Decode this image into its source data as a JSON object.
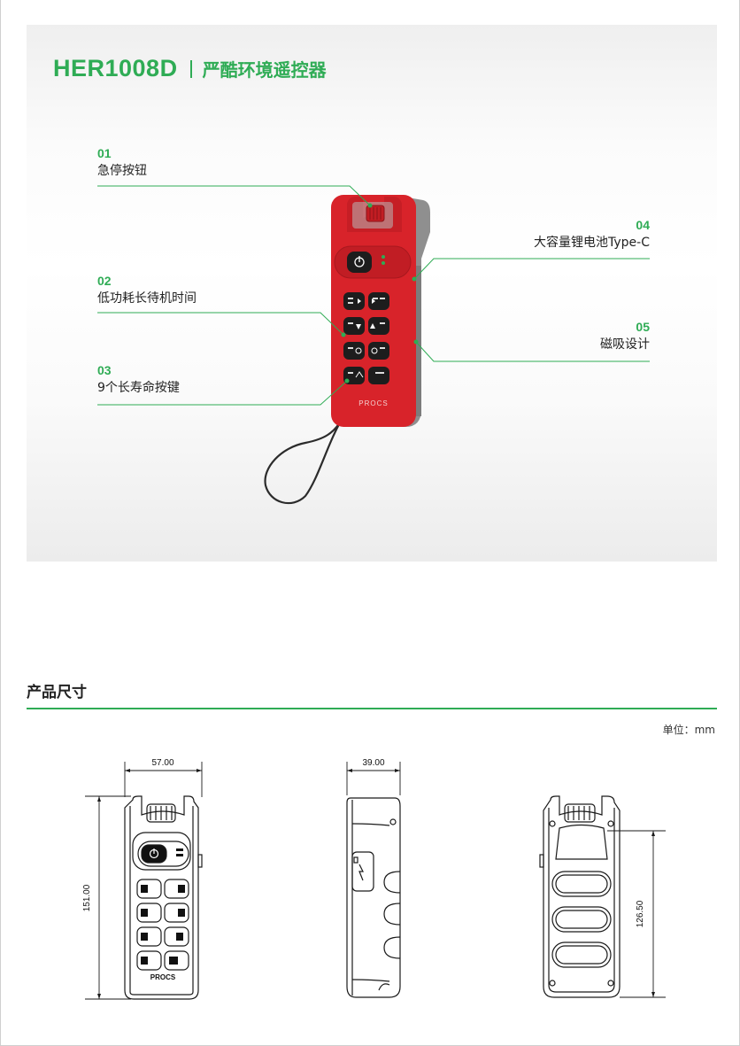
{
  "header": {
    "model": "HER1008D",
    "subtitle": "严酷环境遥控器"
  },
  "features": [
    {
      "num": "01",
      "label": "急停按钮"
    },
    {
      "num": "02",
      "label": "低功耗长待机时间"
    },
    {
      "num": "03",
      "label": "9个长寿命按键"
    },
    {
      "num": "04",
      "label": "大容量锂电池Type-C"
    },
    {
      "num": "05",
      "label": "磁吸设计"
    }
  ],
  "device": {
    "brand": "PROCS",
    "body_color": "#d8232a",
    "side_color": "#8f8f8f",
    "accent_color": "#2fac55"
  },
  "dimensions": {
    "section_title": "产品尺寸",
    "unit_label": "单位：mm",
    "front_width": "57.00",
    "front_height": "151.00",
    "side_depth": "39.00",
    "back_height": "126.50"
  },
  "colors": {
    "accent": "#2fac55",
    "text": "#222222"
  }
}
